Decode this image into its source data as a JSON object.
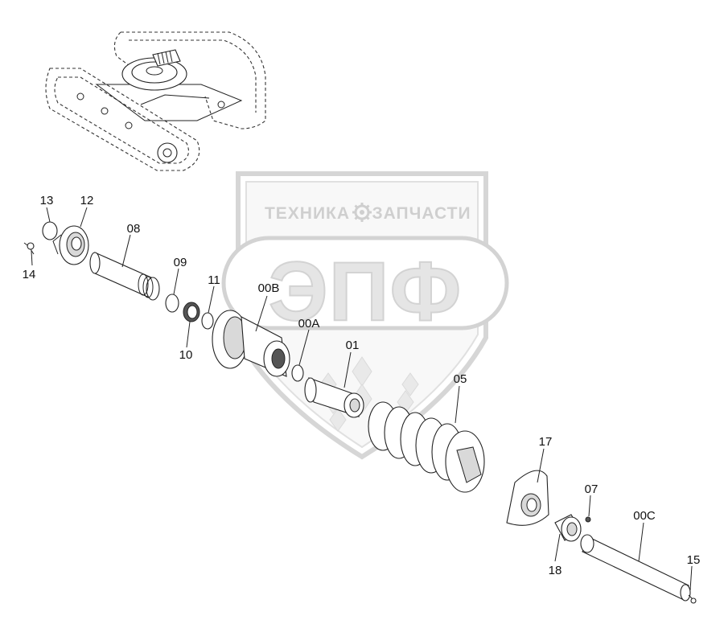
{
  "watermark": {
    "top_left_word": "ТЕХНИКА",
    "top_right_word": "ЗАПЧАСТИ",
    "logo_letters": "ЭПФ",
    "color": "#bdbdbd"
  },
  "callouts": [
    {
      "id": "p13",
      "label": "13"
    },
    {
      "id": "p12",
      "label": "12"
    },
    {
      "id": "p14",
      "label": "14"
    },
    {
      "id": "p08",
      "label": "08"
    },
    {
      "id": "p09",
      "label": "09"
    },
    {
      "id": "p10",
      "label": "10"
    },
    {
      "id": "p11",
      "label": "11"
    },
    {
      "id": "p00B",
      "label": "00B"
    },
    {
      "id": "p00A",
      "label": "00A"
    },
    {
      "id": "p01",
      "label": "01"
    },
    {
      "id": "p05",
      "label": "05"
    },
    {
      "id": "p17",
      "label": "17"
    },
    {
      "id": "p07",
      "label": "07"
    },
    {
      "id": "p00C",
      "label": "00C"
    },
    {
      "id": "p18",
      "label": "18"
    },
    {
      "id": "p15",
      "label": "15"
    }
  ]
}
